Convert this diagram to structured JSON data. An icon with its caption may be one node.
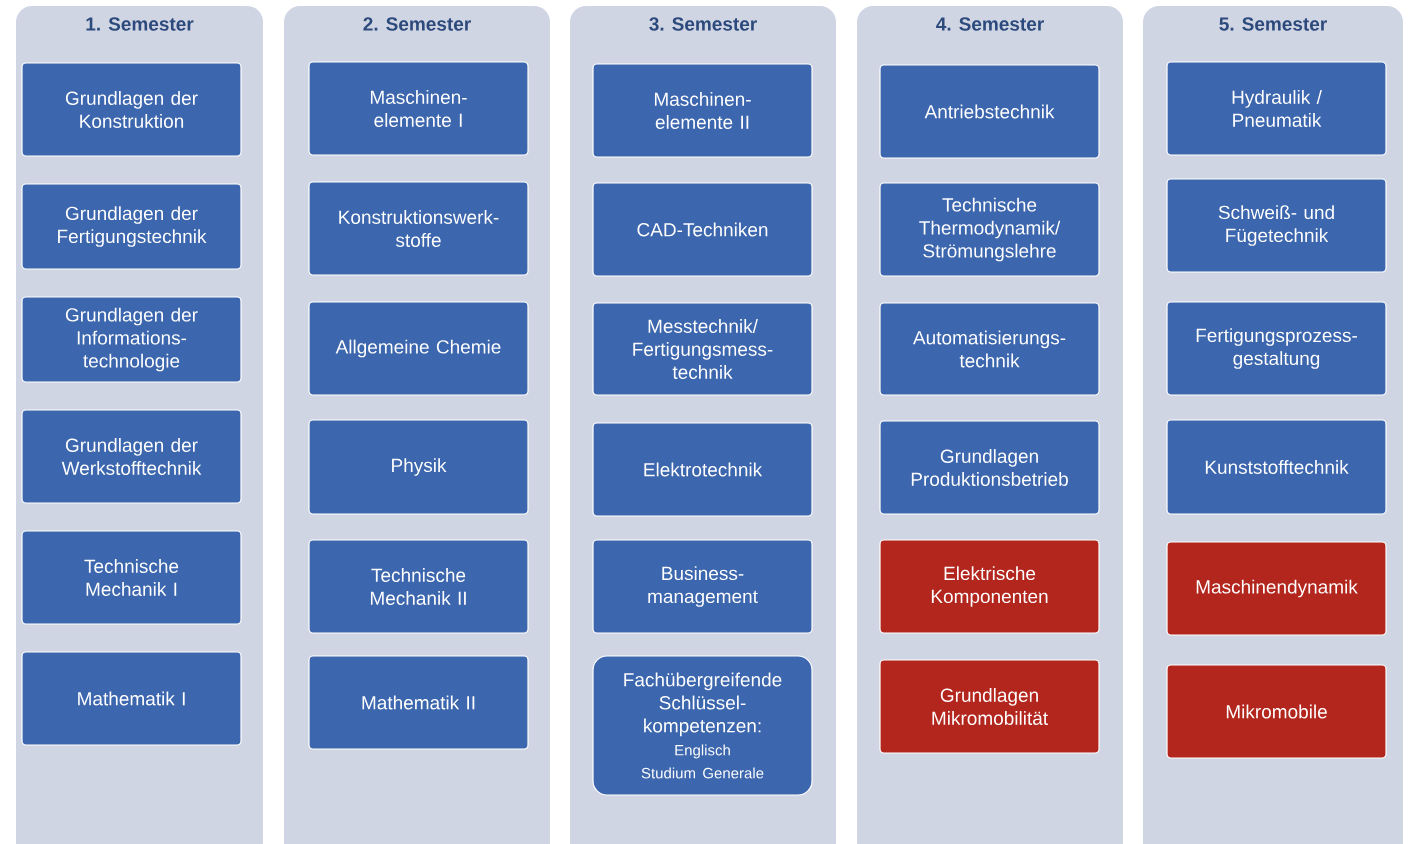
{
  "diagram": {
    "nodes": [
      {
        "text": [
          "1. Semester"
        ]
      },
      {
        "text": [
          "Grundlagen der Konstruktion"
        ],
        "in": 0
      },
      {
        "text": [
          "Grundlagen der Fertigungstechnik"
        ],
        "in": 0
      },
      {
        "text": [
          "Grundlagen der Informations- technologie"
        ],
        "in": 0
      },
      {
        "text": [
          "Grundlagen der Werkstofftechnik"
        ],
        "in": 0
      },
      {
        "text": [
          "Technische Mechanik I"
        ],
        "in": 0
      },
      {
        "text": [
          "Mathematik I"
        ],
        "in": 0
      },
      {
        "text": [
          "2. Semester"
        ]
      },
      {
        "text": [
          "Maschinen- elemente I"
        ],
        "in": 7
      },
      {
        "text": [
          "Konstruktionswerk- stoffe"
        ],
        "in": 7
      },
      {
        "text": [
          "Allgemeine Chemie"
        ],
        "in": 7
      },
      {
        "text": [
          "Physik"
        ],
        "in": 7
      },
      {
        "text": [
          "Technische Mechanik II"
        ],
        "in": 7
      },
      {
        "text": [
          "Mathematik II"
        ],
        "in": 7
      },
      {
        "text": [
          "3. Semester"
        ]
      },
      {
        "text": [
          "Maschinen- elemente II"
        ],
        "in": 14
      },
      {
        "text": [
          "CAD-Techniken"
        ],
        "in": 14
      },
      {
        "text": [
          "Messtechnik/ Fertigungsmess- technik"
        ],
        "in": 14
      },
      {
        "text": [
          "Elektrotechnik"
        ],
        "in": 14
      },
      {
        "text": [
          "Business- management"
        ],
        "in": 14
      },
      {
        "text": [
          "Fachübergreifende Schlüssel- kompetenzen:",
          "Englisch",
          "Studium Generale"
        ],
        "in": 14
      },
      {
        "text": [
          "4. Semester"
        ]
      },
      {
        "text": [
          "Antriebstechnik"
        ],
        "in": 21
      },
      {
        "text": [
          "Technische Thermodynamik/ Strömungslehre"
        ],
        "in": 21
      },
      {
        "text": [
          "Automatisierungs- technik"
        ],
        "in": 21
      },
      {
        "text": [
          "Grundlagen Produktionsbetrieb"
        ],
        "in": 21
      },
      {
        "text": [
          "Elektrische Komponenten"
        ],
        "in": 21
      },
      {
        "text": [
          "Grundlagen Mikromobilität"
        ],
        "in": 21
      },
      {
        "text": [
          "5. Semester"
        ]
      },
      {
        "text": [
          "Hydraulik / Pneumatik"
        ],
        "in": 28
      },
      {
        "text": [
          "Schweiß- und Fügetechnik"
        ],
        "in": 28
      },
      {
        "text": [
          "Fertigungsprozess- gestaltung"
        ],
        "in": 28
      },
      {
        "text": [
          "Kunststofftechnik"
        ],
        "in": 28
      },
      {
        "text": [
          "Maschinendynamik"
        ],
        "in": 28
      },
      {
        "text": [
          "Mikromobile"
        ],
        "in": 28
      }
    ]
  }
}
